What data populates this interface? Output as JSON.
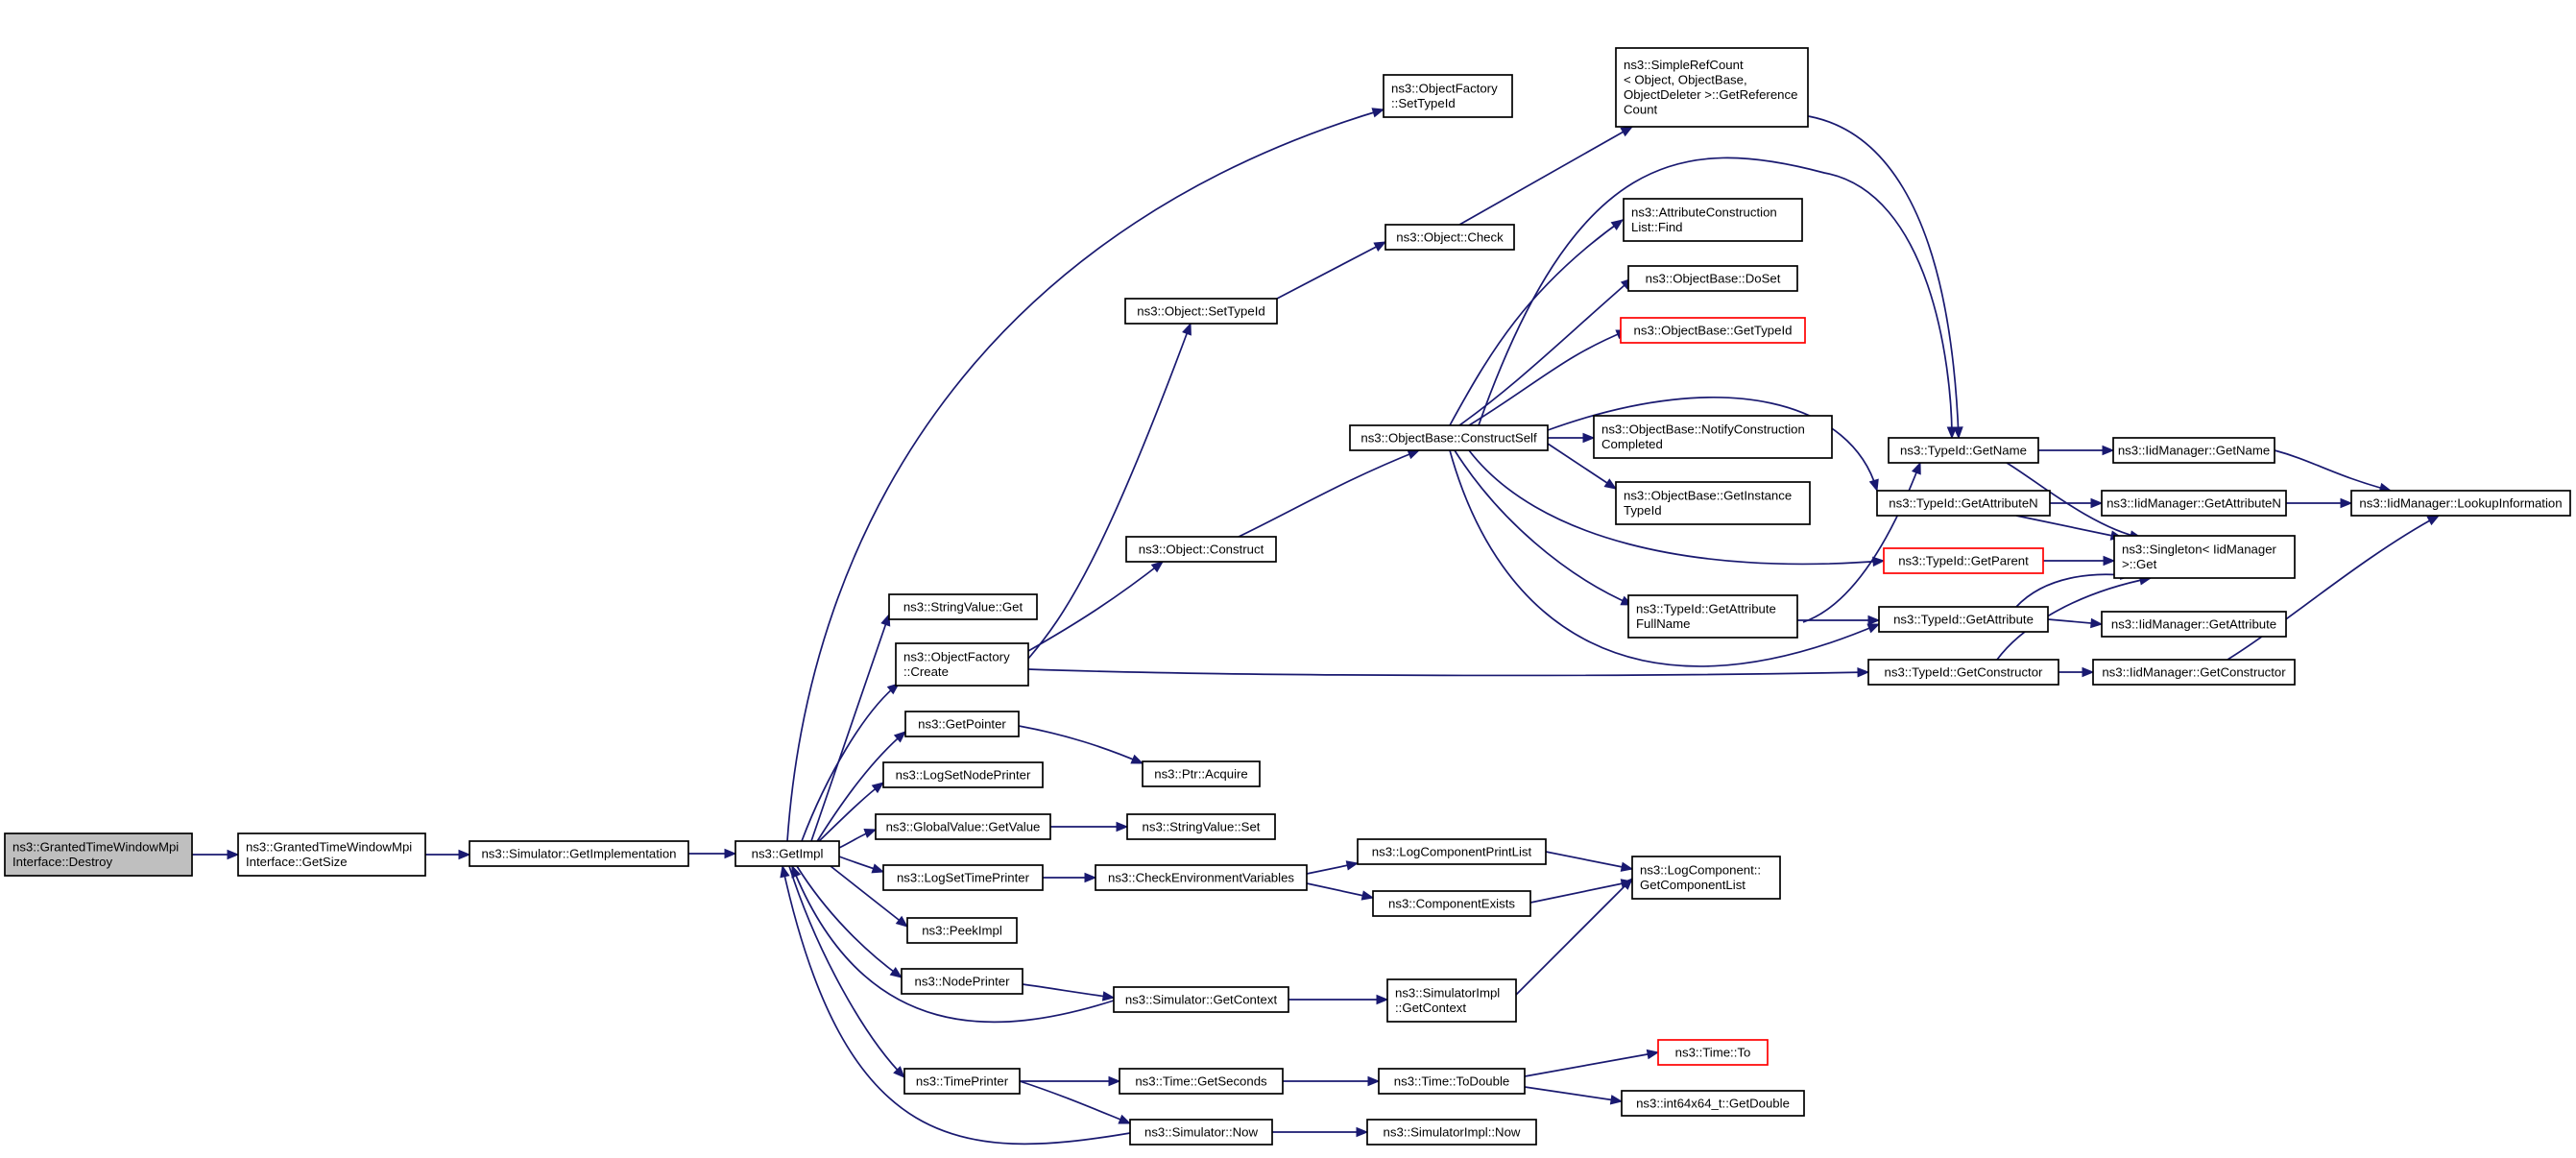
{
  "graph": {
    "colors": {
      "edge": "#191970",
      "root_fill": "#bfbfbf",
      "node_fill": "#ffffff",
      "node_border": "#000000",
      "highlight_border": "#ff0000"
    },
    "nodes": [
      {
        "id": "destroy",
        "lines": [
          "ns3::GrantedTimeWindowMpi",
          "Interface::Destroy"
        ],
        "style": "root"
      },
      {
        "id": "getsize",
        "lines": [
          "ns3::GrantedTimeWindowMpi",
          "Interface::GetSize"
        ]
      },
      {
        "id": "getimplementation",
        "lines": [
          "ns3::Simulator::GetImplementation"
        ]
      },
      {
        "id": "getimpl",
        "lines": [
          "ns3::GetImpl"
        ]
      },
      {
        "id": "of_settypeid",
        "lines": [
          "ns3::ObjectFactory",
          "::SetTypeId"
        ]
      },
      {
        "id": "stringvalue_get",
        "lines": [
          "ns3::StringValue::Get"
        ]
      },
      {
        "id": "of_create",
        "lines": [
          "ns3::ObjectFactory",
          "::Create"
        ]
      },
      {
        "id": "getpointer",
        "lines": [
          "ns3::GetPointer"
        ]
      },
      {
        "id": "logsetnodeprinter",
        "lines": [
          "ns3::LogSetNodePrinter"
        ]
      },
      {
        "id": "globalvalue_getvalue",
        "lines": [
          "ns3::GlobalValue::GetValue"
        ]
      },
      {
        "id": "logsettimeprinter",
        "lines": [
          "ns3::LogSetTimePrinter"
        ]
      },
      {
        "id": "peekimpl",
        "lines": [
          "ns3::PeekImpl"
        ]
      },
      {
        "id": "nodeprinter",
        "lines": [
          "ns3::NodePrinter"
        ]
      },
      {
        "id": "timeprinter",
        "lines": [
          "ns3::TimePrinter"
        ]
      },
      {
        "id": "object_settypeid",
        "lines": [
          "ns3::Object::SetTypeId"
        ]
      },
      {
        "id": "object_construct",
        "lines": [
          "ns3::Object::Construct"
        ]
      },
      {
        "id": "ptr_acquire",
        "lines": [
          "ns3::Ptr::Acquire"
        ]
      },
      {
        "id": "stringvalue_set",
        "lines": [
          "ns3::StringValue::Set"
        ]
      },
      {
        "id": "checkenv",
        "lines": [
          "ns3::CheckEnvironmentVariables"
        ]
      },
      {
        "id": "sim_getcontext",
        "lines": [
          "ns3::Simulator::GetContext"
        ]
      },
      {
        "id": "time_getseconds",
        "lines": [
          "ns3::Time::GetSeconds"
        ]
      },
      {
        "id": "sim_now",
        "lines": [
          "ns3::Simulator::Now"
        ]
      },
      {
        "id": "object_check",
        "lines": [
          "ns3::Object::Check"
        ]
      },
      {
        "id": "ob_constructself",
        "lines": [
          "ns3::ObjectBase::ConstructSelf"
        ]
      },
      {
        "id": "logcomponentprintlist",
        "lines": [
          "ns3::LogComponentPrintList"
        ]
      },
      {
        "id": "componentexists",
        "lines": [
          "ns3::ComponentExists"
        ]
      },
      {
        "id": "simimpl_getcontext",
        "lines": [
          "ns3::SimulatorImpl",
          "::GetContext"
        ]
      },
      {
        "id": "time_todouble",
        "lines": [
          "ns3::Time::ToDouble"
        ]
      },
      {
        "id": "simimpl_now",
        "lines": [
          "ns3::SimulatorImpl::Now"
        ]
      },
      {
        "id": "simplerefcount",
        "lines": [
          "ns3::SimpleRefCount",
          "< Object, ObjectBase,",
          "ObjectDeleter >::GetReference",
          "Count"
        ]
      },
      {
        "id": "acl_find",
        "lines": [
          "ns3::AttributeConstruction",
          "List::Find"
        ]
      },
      {
        "id": "ob_doset",
        "lines": [
          "ns3::ObjectBase::DoSet"
        ]
      },
      {
        "id": "ob_gettypeid",
        "lines": [
          "ns3::ObjectBase::GetTypeId"
        ],
        "style": "red"
      },
      {
        "id": "ob_notify",
        "lines": [
          "ns3::ObjectBase::NotifyConstruction",
          "Completed"
        ]
      },
      {
        "id": "ob_getinstance",
        "lines": [
          "ns3::ObjectBase::GetInstance",
          "TypeId"
        ]
      },
      {
        "id": "tid_getattrfullname",
        "lines": [
          "ns3::TypeId::GetAttribute",
          "FullName"
        ]
      },
      {
        "id": "logcomponent_getlist",
        "lines": [
          "ns3::LogComponent::",
          "GetComponentList"
        ]
      },
      {
        "id": "time_to",
        "lines": [
          "ns3::Time::To"
        ],
        "style": "red"
      },
      {
        "id": "int64_getdouble",
        "lines": [
          "ns3::int64x64_t::GetDouble"
        ]
      },
      {
        "id": "tid_getname",
        "lines": [
          "ns3::TypeId::GetName"
        ]
      },
      {
        "id": "tid_getattributen",
        "lines": [
          "ns3::TypeId::GetAttributeN"
        ]
      },
      {
        "id": "tid_getparent",
        "lines": [
          "ns3::TypeId::GetParent"
        ],
        "style": "red"
      },
      {
        "id": "tid_getattribute",
        "lines": [
          "ns3::TypeId::GetAttribute"
        ]
      },
      {
        "id": "tid_getconstructor",
        "lines": [
          "ns3::TypeId::GetConstructor"
        ]
      },
      {
        "id": "iid_getname",
        "lines": [
          "ns3::IidManager::GetName"
        ]
      },
      {
        "id": "iid_getattributen",
        "lines": [
          "ns3::IidManager::GetAttributeN"
        ]
      },
      {
        "id": "singleton_get",
        "lines": [
          "ns3::Singleton< IidManager",
          " >::Get"
        ]
      },
      {
        "id": "iid_getattribute",
        "lines": [
          "ns3::IidManager::GetAttribute"
        ]
      },
      {
        "id": "iid_getconstructor",
        "lines": [
          "ns3::IidManager::GetConstructor"
        ]
      },
      {
        "id": "iid_lookup",
        "lines": [
          "ns3::IidManager::LookupInformation"
        ]
      }
    ]
  }
}
